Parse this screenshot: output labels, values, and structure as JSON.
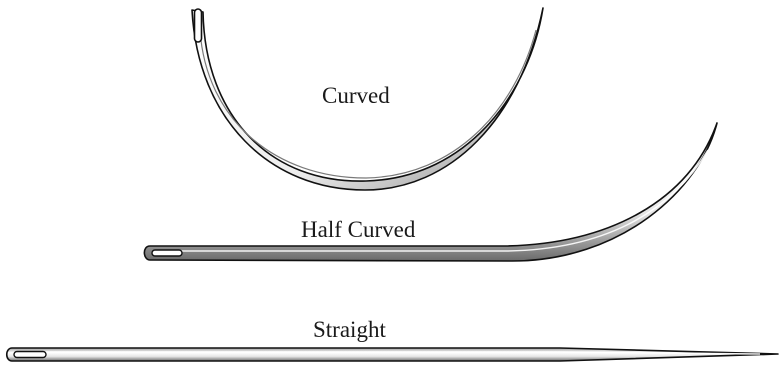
{
  "labels": {
    "curved": "Curved",
    "half_curved": "Half Curved",
    "straight": "Straight"
  },
  "colors": {
    "outline": "#111111",
    "shade": "#6e6e6e",
    "highlight": "#ffffff"
  }
}
